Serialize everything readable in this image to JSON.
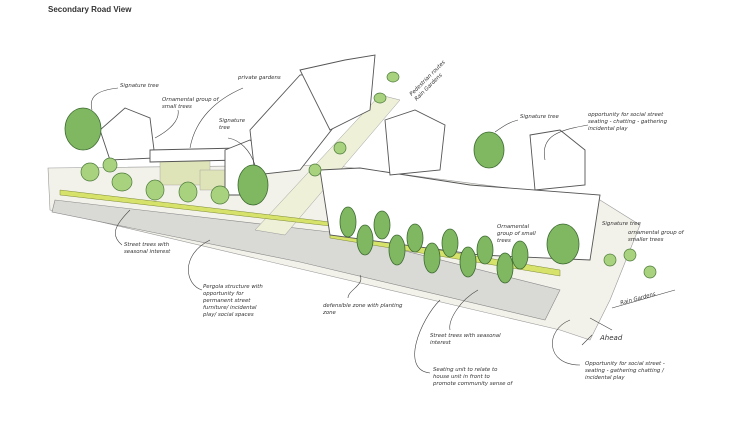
{
  "title": "Secondary Road View",
  "annotations": {
    "signature_tree_1": "Signature tree",
    "ornamental_group_1": "Ornamental group of small trees",
    "private_gardens": "private gardens",
    "signature_tree_2": "Signature tree",
    "pedestrian_routes": "Pedestrian routes Rain Gardens",
    "signature_tree_3": "Signature tree",
    "social_street_top": "opportunity for social street seating - chatting - gathering incidental play",
    "street_trees_1": "Street trees with seasonal interest",
    "pergola": "Pergola structure with opportunity for permanent street furniture/ incidental play/ social spaces",
    "defensible_zone": "defensible zone with planting zone",
    "ornamental_group_2": "Ornamental group of small trees",
    "signature_tree_4": "Signature tree",
    "ornamental_group_3": "ornamental group of smaller trees",
    "rain_gardens": "Rain Gardens",
    "ahead": "Ahead",
    "street_trees_2": "Street trees with seasonal interest",
    "seating_unit": "Seating unit to relate to house unit in front to promote community sense of",
    "social_street_bottom": "Opportunity for social street - seating - gathering chatting / incidental play"
  },
  "colors": {
    "tree": "#7fb861",
    "planting": "#d6e26a",
    "road": "#d9d9d6"
  }
}
